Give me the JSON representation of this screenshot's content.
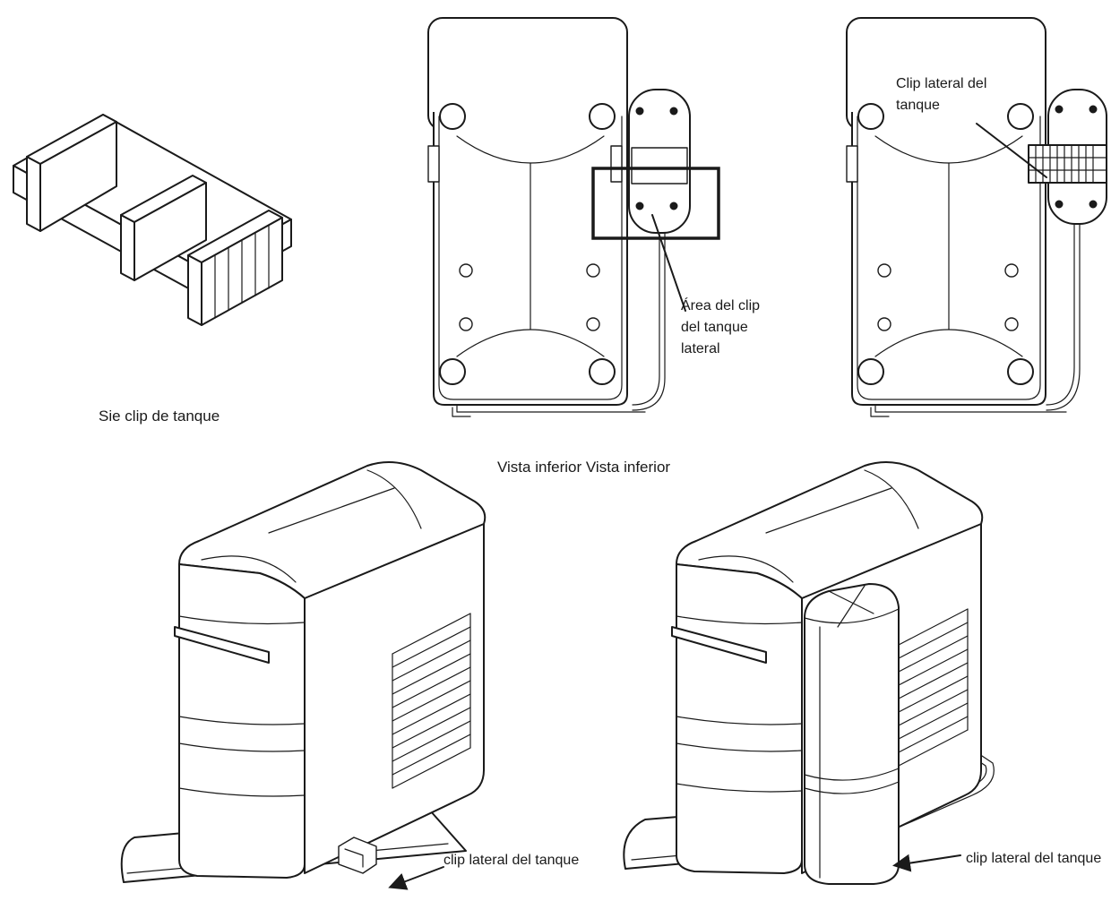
{
  "labels": {
    "tank_clip": "Sie clip de tanque",
    "clip_area_line1": "Área del clip",
    "clip_area_line2": "del tanque",
    "clip_area_line3": "lateral",
    "side_clip_line1": "Clip lateral del",
    "side_clip_line2": "tanque",
    "bottom_views": "Vista inferior Vista inferior",
    "side_clip_left": "clip lateral del tanque",
    "side_clip_right": "clip lateral del tanque"
  },
  "icons": [
    "tank-clip-drawing",
    "bottom-view-drawing",
    "isometric-unit-drawing",
    "arrow-icon"
  ]
}
